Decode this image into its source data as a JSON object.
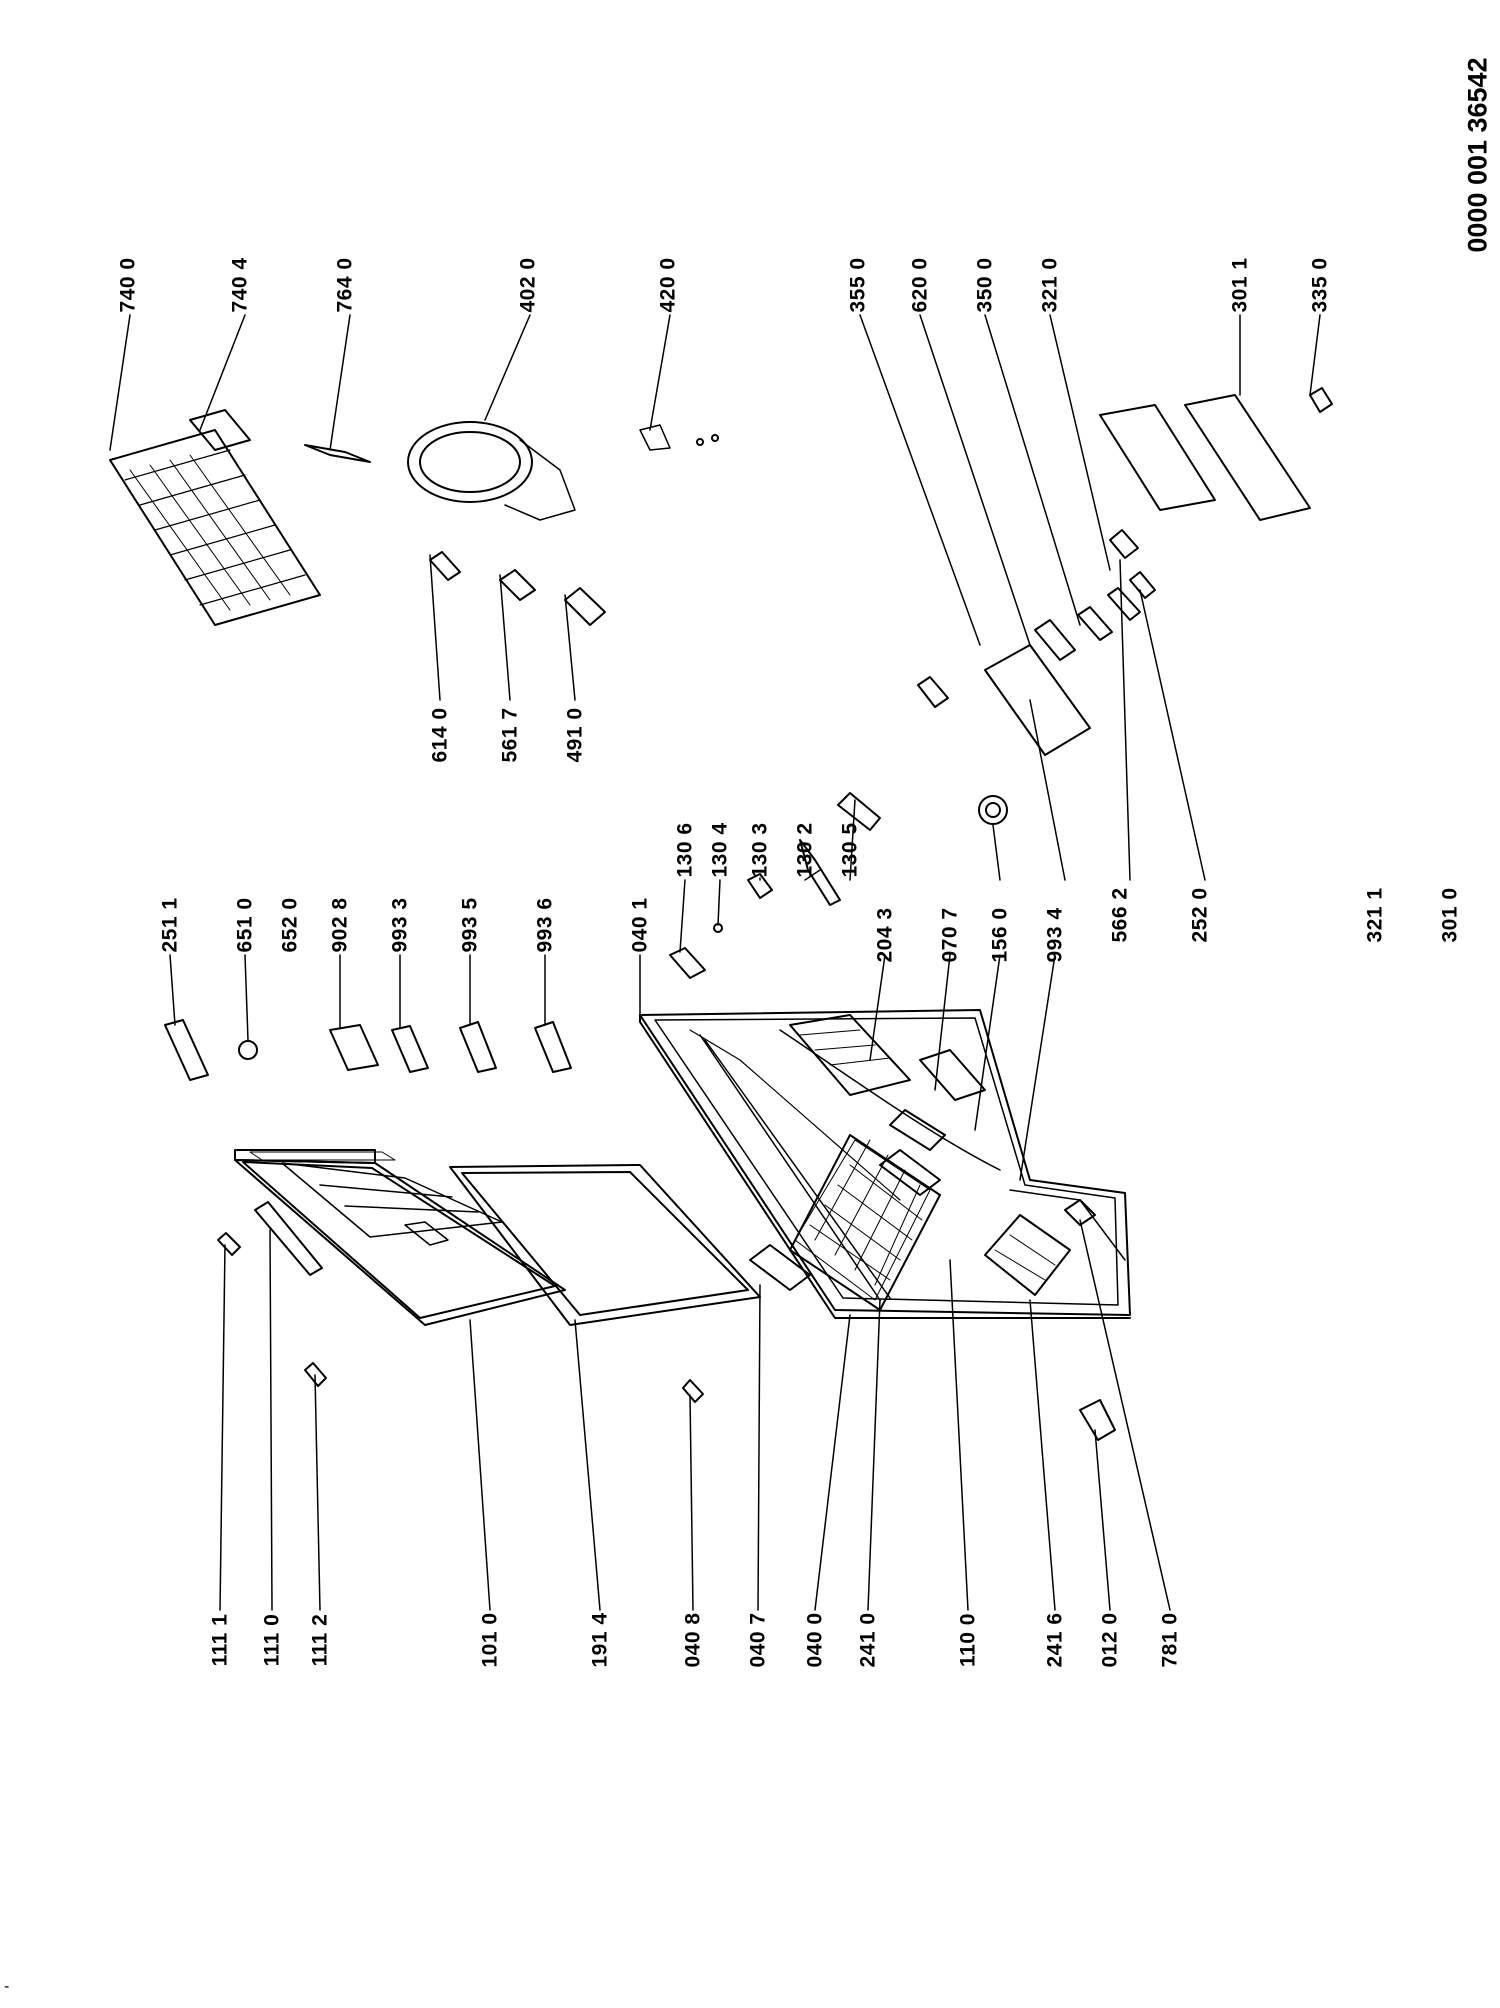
{
  "document": {
    "code": "0000 001 36542",
    "corner_mark": "-"
  },
  "parts": [
    {
      "id": "p-7400",
      "label": "740 0"
    },
    {
      "id": "p-7404",
      "label": "740 4"
    },
    {
      "id": "p-7640",
      "label": "764 0"
    },
    {
      "id": "p-4020",
      "label": "402 0"
    },
    {
      "id": "p-4200",
      "label": "420 0"
    },
    {
      "id": "p-3550",
      "label": "355 0"
    },
    {
      "id": "p-6200",
      "label": "620 0"
    },
    {
      "id": "p-3500",
      "label": "350 0"
    },
    {
      "id": "p-3210",
      "label": "321 0"
    },
    {
      "id": "p-3011",
      "label": "301 1"
    },
    {
      "id": "p-3350",
      "label": "335 0"
    },
    {
      "id": "p-6140",
      "label": "614 0"
    },
    {
      "id": "p-5617",
      "label": "561 7"
    },
    {
      "id": "p-4910",
      "label": "491 0"
    },
    {
      "id": "p-1306",
      "label": "130 6"
    },
    {
      "id": "p-1304",
      "label": "130 4"
    },
    {
      "id": "p-1303",
      "label": "130 3"
    },
    {
      "id": "p-1302",
      "label": "130 2"
    },
    {
      "id": "p-1305",
      "label": "130 5"
    },
    {
      "id": "p-2511",
      "label": "251 1"
    },
    {
      "id": "p-6510",
      "label": "651 0"
    },
    {
      "id": "p-6520",
      "label": "652 0"
    },
    {
      "id": "p-9028",
      "label": "902 8"
    },
    {
      "id": "p-9933",
      "label": "993 3"
    },
    {
      "id": "p-9935",
      "label": "993 5"
    },
    {
      "id": "p-9936",
      "label": "993 6"
    },
    {
      "id": "p-0401",
      "label": "040 1"
    },
    {
      "id": "p-2043",
      "label": "204 3"
    },
    {
      "id": "p-0707",
      "label": "070 7"
    },
    {
      "id": "p-1560",
      "label": "156 0"
    },
    {
      "id": "p-9934",
      "label": "993 4"
    },
    {
      "id": "p-5662",
      "label": "566 2"
    },
    {
      "id": "p-2520",
      "label": "252 0"
    },
    {
      "id": "p-3211",
      "label": "321 1"
    },
    {
      "id": "p-3010",
      "label": "301 0"
    },
    {
      "id": "p-1111",
      "label": "111 1"
    },
    {
      "id": "p-1110",
      "label": "111 0"
    },
    {
      "id": "p-1112",
      "label": "111 2"
    },
    {
      "id": "p-1010",
      "label": "101 0"
    },
    {
      "id": "p-1914",
      "label": "191 4"
    },
    {
      "id": "p-0408",
      "label": "040 8"
    },
    {
      "id": "p-0407",
      "label": "040 7"
    },
    {
      "id": "p-0400",
      "label": "040 0"
    },
    {
      "id": "p-2410",
      "label": "241 0"
    },
    {
      "id": "p-1100",
      "label": "110 0"
    },
    {
      "id": "p-2416",
      "label": "241 6"
    },
    {
      "id": "p-0120",
      "label": "012 0"
    },
    {
      "id": "p-7810",
      "label": "781 0"
    }
  ]
}
